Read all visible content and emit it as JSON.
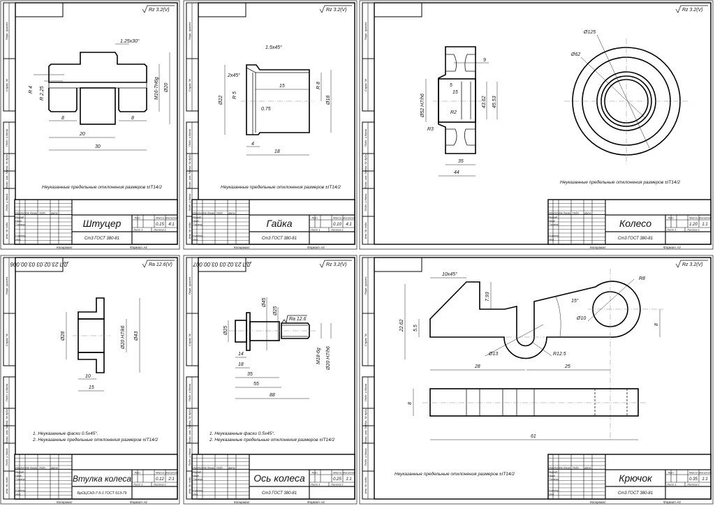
{
  "sheets": [
    {
      "title": "Штуцер",
      "mass": "0.15",
      "scale": "4:1",
      "material": "Ст3 ГОСТ 380-81",
      "format": "Формат А4",
      "code": "",
      "roughness": "Rz 3.2(V)"
    },
    {
      "title": "Гайка",
      "mass": "0.10",
      "scale": "4:1",
      "material": "Ст3 ГОСТ 380-81",
      "format": "Формат А4",
      "code": "",
      "roughness": "Rz 3.2(V)"
    },
    {
      "title": "Колесо",
      "mass": "1.20",
      "scale": "1:1",
      "material": "Ст3 ГОСТ 380-81",
      "format": "Формат А3",
      "code": "",
      "roughness": "Rz 3.2(V)"
    },
    {
      "title": "Втулка колеса",
      "mass": "0.12",
      "scale": "2:1",
      "material": "БрОЦСН3-7-5-1 ГОСТ 613-79",
      "format": "Формат А4",
      "code": "ДП 23.02.03 03.00.006",
      "roughness": "Ra 12.6(V)"
    },
    {
      "title": "Ось колеса",
      "mass": "0.25",
      "scale": "1:1",
      "material": "Ст3 ГОСТ 380-81",
      "format": "Формат А4",
      "code": "ДП 23.02.03 03.00.007",
      "roughness": "Rz 3.2(V)"
    },
    {
      "title": "Крючок",
      "mass": "0.35",
      "scale": "1:1",
      "material": "Ст3 ГОСТ 380-81",
      "format": "Формат А3",
      "code": "",
      "roughness": "Rz 3.2(V)"
    }
  ],
  "title_block": {
    "col_headers": [
      "Изм.",
      "Лист",
      "№ докум.",
      "Подп.",
      "Дата"
    ],
    "rows": [
      "Разраб.",
      "Пров.",
      "Т.контр.",
      "Н.контр.",
      "Утв."
    ],
    "lit": "Лит.",
    "mass": "Масса",
    "scale": "Масштаб",
    "sheet": "Лист 1",
    "sheets": "Листов 1",
    "copied": "Копировал"
  },
  "margin_labels": [
    "Перв. примен.",
    "Справ. №",
    "Подп. и дата",
    "Инв. № дубл.",
    "Взам. инв. №",
    "Подп. и дата",
    "Инв. № подл."
  ],
  "notes": {
    "tolerance": "Неуказанные предельные отклонения размеров ±IT14/2",
    "chamfers": "1. Неуказанные фаски 0.5x45°.",
    "tolerance2": "2. Неуказанные предельные отклонения размеров ±IT14/2"
  },
  "dims": {
    "shtutser": {
      "chamfer": "1.25x30°",
      "r4": "R 4",
      "r225": "R 2.25",
      "thread": "M16-7H6g",
      "d20": "Ø20",
      "l8a": "8",
      "l8b": "8",
      "l20": "20",
      "l30": "30"
    },
    "gaika": {
      "chamfer1": "1.5x45°",
      "chamfer2": "2x45°",
      "l15": "15",
      "r5": "R 5",
      "t075": "0.75",
      "d22": "Ø22",
      "r8": "R 8",
      "d18": "Ø18",
      "l4": "4",
      "l18": "18"
    },
    "koleso": {
      "d125": "Ø125",
      "d62": "Ø62",
      "l9": "9",
      "l5": "5",
      "l15": "15",
      "r2": "R2",
      "r3": "R3",
      "d52": "Ø52 H7/h6",
      "d4362": "43.62",
      "d4553": "45.53",
      "l35": "35",
      "l44": "44"
    },
    "vtulka": {
      "d28": "Ø28",
      "d20": "Ø20 H7/k6",
      "d43": "Ø43",
      "l10": "10",
      "l15": "15"
    },
    "os": {
      "d45": "Ø45",
      "d25a": "Ø25",
      "ra": "Ra 12.6",
      "d25b": "Ø25",
      "l14": "14",
      "l18": "18",
      "l35": "35",
      "l55": "55",
      "l88": "88",
      "thread": "M18-6g",
      "d20": "Ø20 H7/h6"
    },
    "kryuchok": {
      "chamfer": "10x45°",
      "l793": "7.93",
      "h2262": "22.62",
      "h55": "5.5",
      "d13": "Ø13",
      "r125": "R12.5",
      "l28": "28",
      "l25": "25",
      "a15": "15°",
      "d10": "Ø10",
      "r8": "R8",
      "h8a": "8",
      "h8b": "8",
      "l61": "61"
    }
  }
}
